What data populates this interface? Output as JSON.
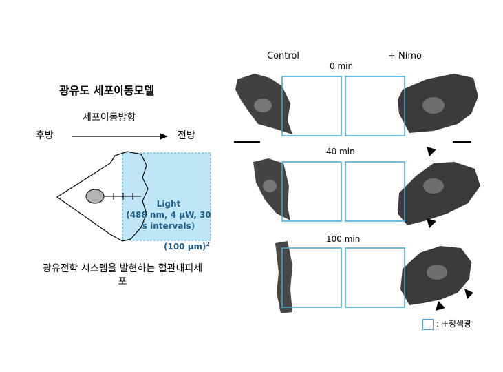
{
  "left_panel": {
    "title": "광유도 세포이동모델",
    "direction_label": "세포이동방향",
    "rear_label": "후방",
    "front_label": "전방",
    "light_label": "Light",
    "light_params": "(488 nm, 4 µW, 30 s intervals)",
    "area_label": "(100 µm)",
    "area_superscript": "2",
    "caption": "광유전학 시스템을 발현하는 혈관내피세포"
  },
  "right_panel": {
    "col_control": "Control",
    "col_nimo": "+ Nimo",
    "time_labels": [
      "0 min",
      "40 min",
      "100 min"
    ],
    "legend_label": ": +청색광"
  },
  "colors": {
    "illumination_fill": "#bfe6f7",
    "illumination_stroke": "#3fa9d6",
    "light_text": "#1f5f8b"
  },
  "icons": [
    "arrow-right-icon",
    "arrowhead-marker-icon",
    "scale-bar"
  ]
}
